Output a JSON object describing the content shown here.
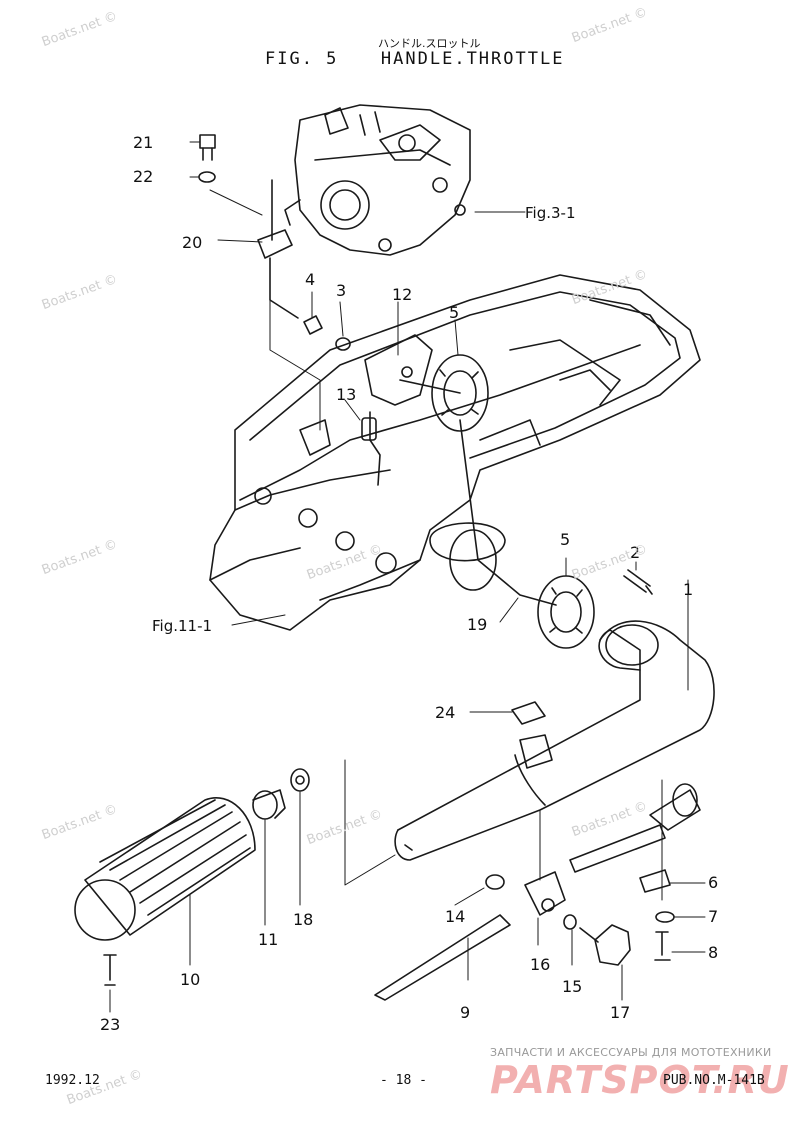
{
  "header": {
    "japanese_title": "ハンドル.スロットル",
    "figure": "FIG. 5",
    "title": "HANDLE.THROTTLE"
  },
  "references": {
    "fig3": "Fig.3-1",
    "fig11": "Fig.11-1"
  },
  "callouts": [
    "1",
    "2",
    "3",
    "4",
    "5",
    "5",
    "6",
    "7",
    "8",
    "9",
    "10",
    "11",
    "12",
    "13",
    "14",
    "15",
    "16",
    "17",
    "18",
    "19",
    "20",
    "21",
    "22",
    "23",
    "24"
  ],
  "footer": {
    "date": "1992.12",
    "page": "- 18 -",
    "pub": "PUB.NO.M-141B"
  },
  "watermark": "Boats.net ©",
  "brand": {
    "subtitle": "ЗАПЧАСТИ И АКСЕССУАРЫ ДЛЯ МОТОТЕХНИКИ",
    "name": "PARTSPOT.RU"
  }
}
